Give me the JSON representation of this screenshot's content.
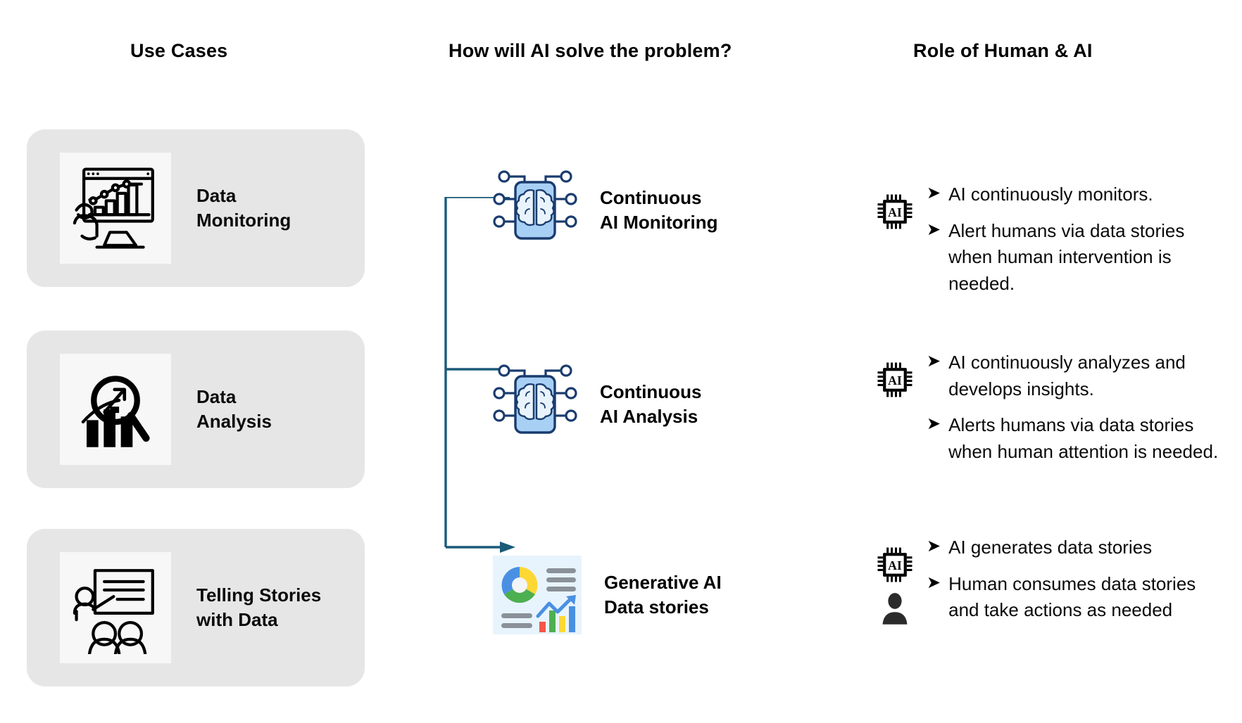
{
  "headers": {
    "use_cases": "Use Cases",
    "how_ai": "How will AI solve the problem?",
    "roles": "Role of Human & AI"
  },
  "colors": {
    "card_background": "#e6e6e6",
    "card_icon_background": "#f7f7f7",
    "connector_line": "#1b5a78",
    "ai_chip_outline": "#1a3c6e",
    "ai_chip_fill": "#a8d0f5",
    "dashboard_panel": "#e8f4fd",
    "chart_blue": "#4a90e2",
    "chart_yellow": "#fdd835",
    "chart_green": "#4caf50",
    "chart_red": "#f4554a",
    "text": "#0a0a0a"
  },
  "use_cases": [
    {
      "label": "Data\nMonitoring",
      "icon": "data-monitoring-icon"
    },
    {
      "label": "Data\nAnalysis",
      "icon": "data-analysis-icon"
    },
    {
      "label": "Telling Stories\nwith Data",
      "icon": "telling-stories-icon"
    }
  ],
  "ai_solutions": [
    {
      "label": "Continuous\nAI Monitoring",
      "icon": "ai-brain-chip-icon"
    },
    {
      "label": "Continuous\nAI Analysis",
      "icon": "ai-brain-chip-icon"
    },
    {
      "label": "Generative AI\nData stories",
      "icon": "data-dashboard-icon"
    }
  ],
  "roles": [
    {
      "icons": [
        "ai-chip-icon"
      ],
      "bullets": [
        {
          "marker": "➤",
          "text": "AI continuously monitors."
        },
        {
          "marker": "➤",
          "text": "Alert humans via data stories when human intervention is needed."
        }
      ]
    },
    {
      "icons": [
        "ai-chip-icon"
      ],
      "bullets": [
        {
          "marker": "➤",
          "text": "AI continuously analyzes and develops insights."
        },
        {
          "marker": "➤",
          "text": "Alerts humans via data stories when human attention is needed."
        }
      ]
    },
    {
      "icons": [
        "ai-chip-icon",
        "person-icon"
      ],
      "bullets": [
        {
          "marker": "➤",
          "text": "AI generates data stories"
        },
        {
          "marker": "➤",
          "text": "Human consumes data stories and take actions as needed"
        }
      ]
    }
  ]
}
